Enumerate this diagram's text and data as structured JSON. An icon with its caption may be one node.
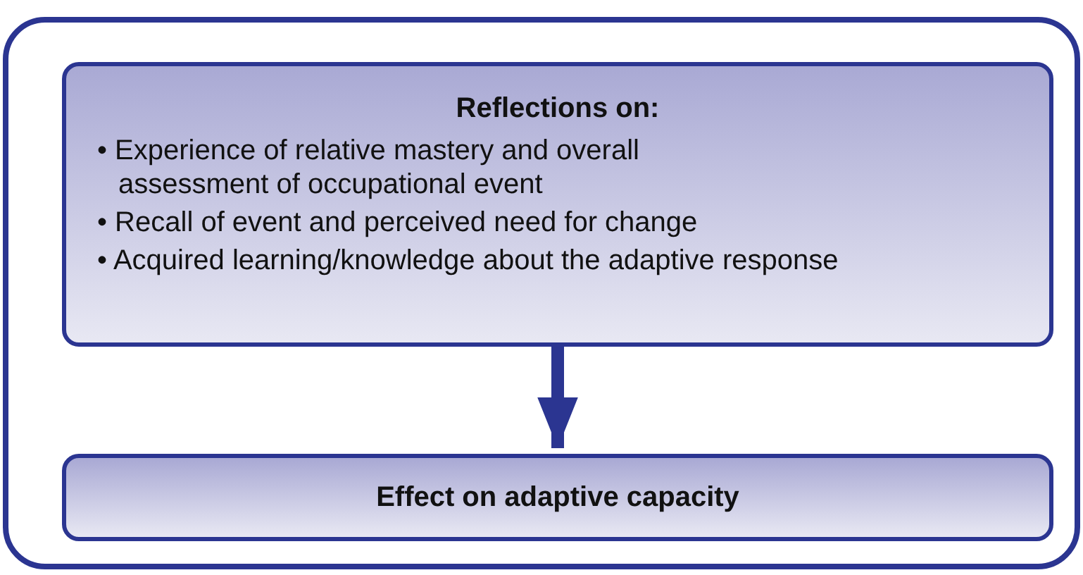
{
  "diagram": {
    "nodes": [
      {
        "text": [],
        "shape": "box"
      },
      {
        "text": [
          "Reflections on:",
          "• Experience of relative mastery and overall assessment of occupational event",
          "• Recall of event and perceived need for change",
          "• Acquired learning/knowledge about the adaptive response"
        ],
        "in": 0
      },
      {
        "text": [
          "Effect on adaptive capacity"
        ],
        "in": 0
      }
    ],
    "edges": [
      {
        "from": 1,
        "to": 2,
        "arrow": "to"
      }
    ]
  }
}
